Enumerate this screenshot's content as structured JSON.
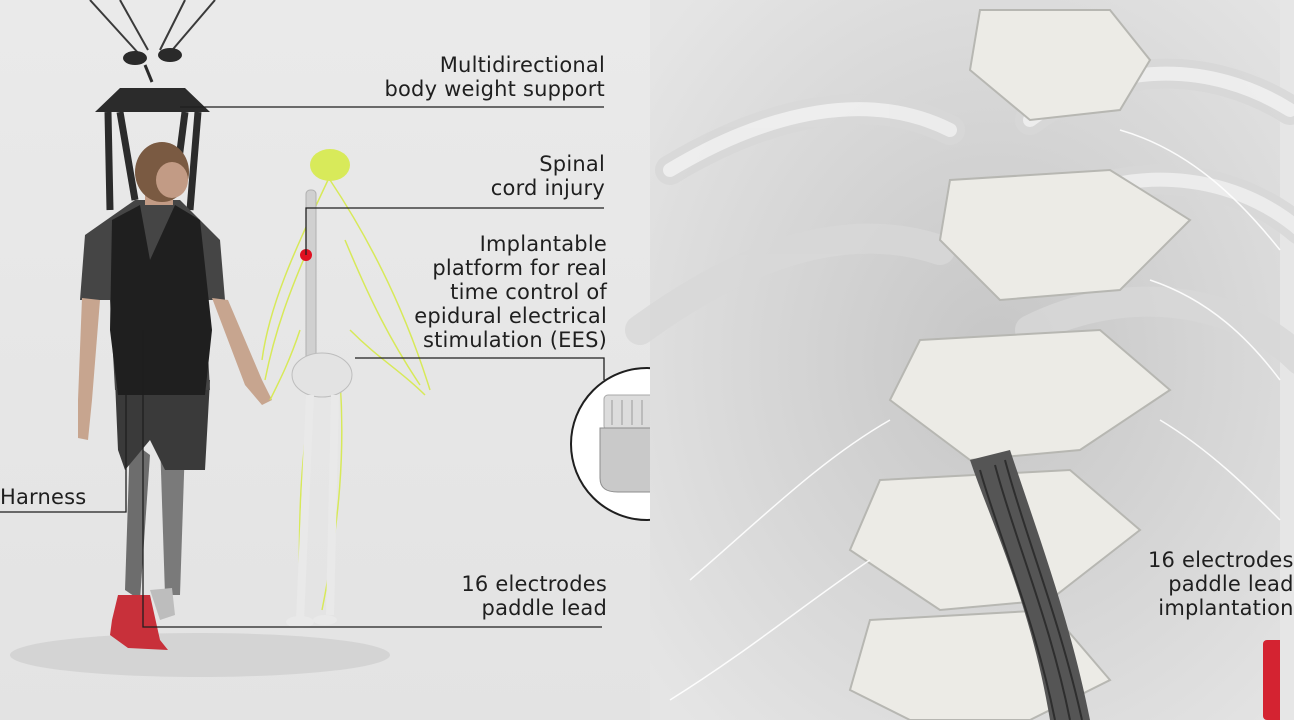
{
  "labels": {
    "support": [
      "Multidirectional",
      "body weight support"
    ],
    "injury": [
      "Spinal",
      "cord injury"
    ],
    "platform": [
      "Implantable",
      "platform for real",
      "time control of",
      "epidural electrical",
      "stimulation (EES)"
    ],
    "harness": "Harness",
    "lead": [
      "16 electrodes",
      "paddle lead"
    ],
    "right_caption": [
      "16 electrodes",
      "paddle lead",
      "implantation"
    ]
  },
  "colors": {
    "accent_red": "#e01020",
    "nerve_yellow": "#d6ea4a",
    "brand_red": "#d42331"
  }
}
